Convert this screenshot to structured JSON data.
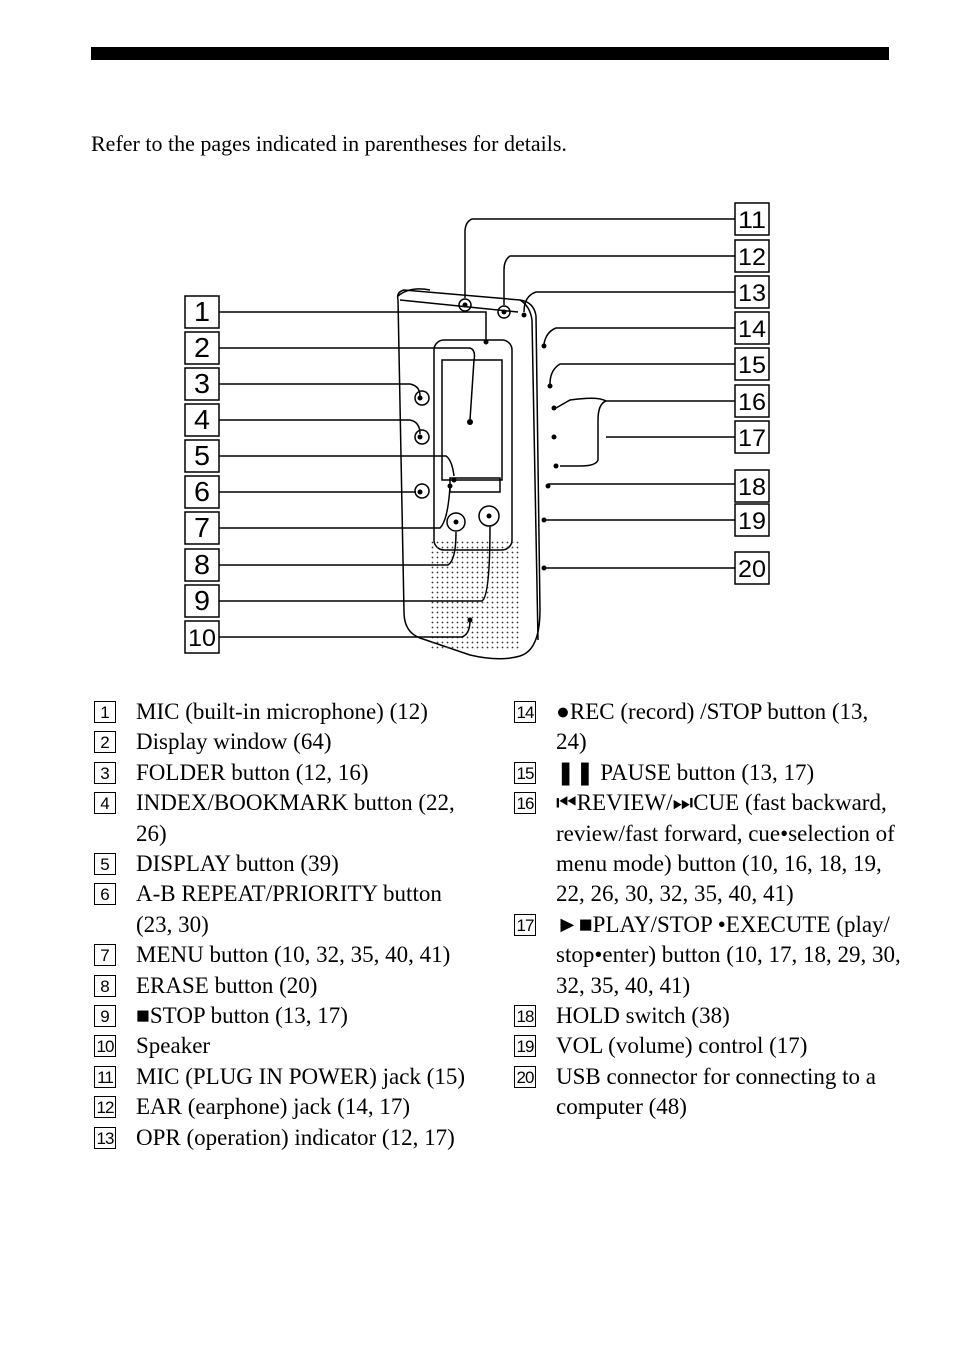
{
  "intro": "Refer to the pages indicated in parentheses for details.",
  "callouts_left": [
    "1",
    "2",
    "3",
    "4",
    "5",
    "6",
    "7",
    "8",
    "9",
    "10"
  ],
  "callouts_right": [
    "11",
    "12",
    "13",
    "14",
    "15",
    "16",
    "17",
    "18",
    "19",
    "20"
  ],
  "legend": [
    {
      "num": "1",
      "text": "MIC (built-in microphone) (12)"
    },
    {
      "num": "2",
      "text": "Display window (64)"
    },
    {
      "num": "3",
      "text": "FOLDER button (12, 16)"
    },
    {
      "num": "4",
      "text": "INDEX/BOOKMARK button (22, 26)"
    },
    {
      "num": "5",
      "text": "DISPLAY button (39)"
    },
    {
      "num": "6",
      "text": "A-B REPEAT/PRIORITY button (23, 30)"
    },
    {
      "num": "7",
      "text": "MENU button (10, 32, 35, 40, 41)"
    },
    {
      "num": "8",
      "text": "ERASE button (20)"
    },
    {
      "num": "9",
      "text": "■STOP button (13, 17)"
    },
    {
      "num": "10",
      "text": "Speaker"
    },
    {
      "num": "11",
      "text": "MIC (PLUG IN POWER) jack (15)"
    },
    {
      "num": "12",
      "text": "EAR (earphone) jack (14, 17)"
    },
    {
      "num": "13",
      "text": "OPR (operation) indicator (12, 17)"
    },
    {
      "num": "14",
      "text": "●REC (record) /STOP button (13, 24)"
    },
    {
      "num": "15",
      "text": "❚❚ PAUSE button (13, 17)"
    },
    {
      "num": "16",
      "text": "⏮REVIEW/⏭CUE (fast backward, review/fast forward, cue•selection of menu mode) button  (10, 16, 18, 19, 22, 26, 30, 32, 35, 40, 41)"
    },
    {
      "num": "17",
      "text": "►■PLAY/STOP •EXECUTE (play/ stop•enter) button  (10, 17, 18, 29, 30, 32, 35, 40, 41)"
    },
    {
      "num": "18",
      "text": "HOLD switch (38)"
    },
    {
      "num": "19",
      "text": "VOL (volume) control (17)"
    },
    {
      "num": "20",
      "text": "USB connector for connecting to a computer (48)"
    }
  ]
}
